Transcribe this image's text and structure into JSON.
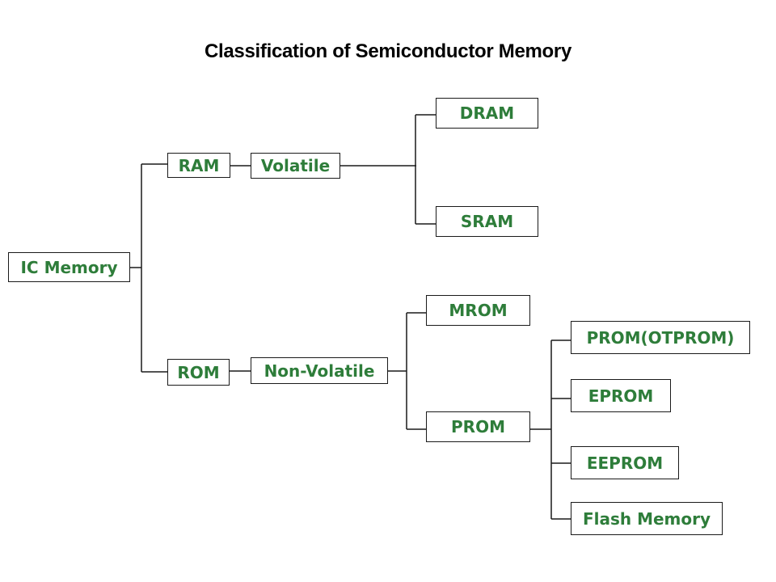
{
  "title": "Classification of Semiconductor Memory",
  "colors": {
    "node_text": "#2e7d3a",
    "border": "#1a1a1a",
    "title": "#000000"
  },
  "nodes": {
    "ic_memory": "IC Memory",
    "ram": "RAM",
    "volatile": "Volatile",
    "dram": "DRAM",
    "sram": "SRAM",
    "rom": "ROM",
    "non_volatile": "Non-Volatile",
    "mrom": "MROM",
    "prom": "PROM",
    "prom_otprom": "PROM(OTPROM)",
    "eprom": "EPROM",
    "eeprom": "EEPROM",
    "flash_memory": "Flash Memory"
  },
  "edges": [
    [
      "IC Memory",
      "RAM"
    ],
    [
      "IC Memory",
      "ROM"
    ],
    [
      "RAM",
      "Volatile"
    ],
    [
      "Volatile",
      "DRAM"
    ],
    [
      "Volatile",
      "SRAM"
    ],
    [
      "ROM",
      "Non-Volatile"
    ],
    [
      "Non-Volatile",
      "MROM"
    ],
    [
      "Non-Volatile",
      "PROM"
    ],
    [
      "PROM",
      "PROM(OTPROM)"
    ],
    [
      "PROM",
      "EPROM"
    ],
    [
      "PROM",
      "EEPROM"
    ],
    [
      "PROM",
      "Flash Memory"
    ]
  ]
}
